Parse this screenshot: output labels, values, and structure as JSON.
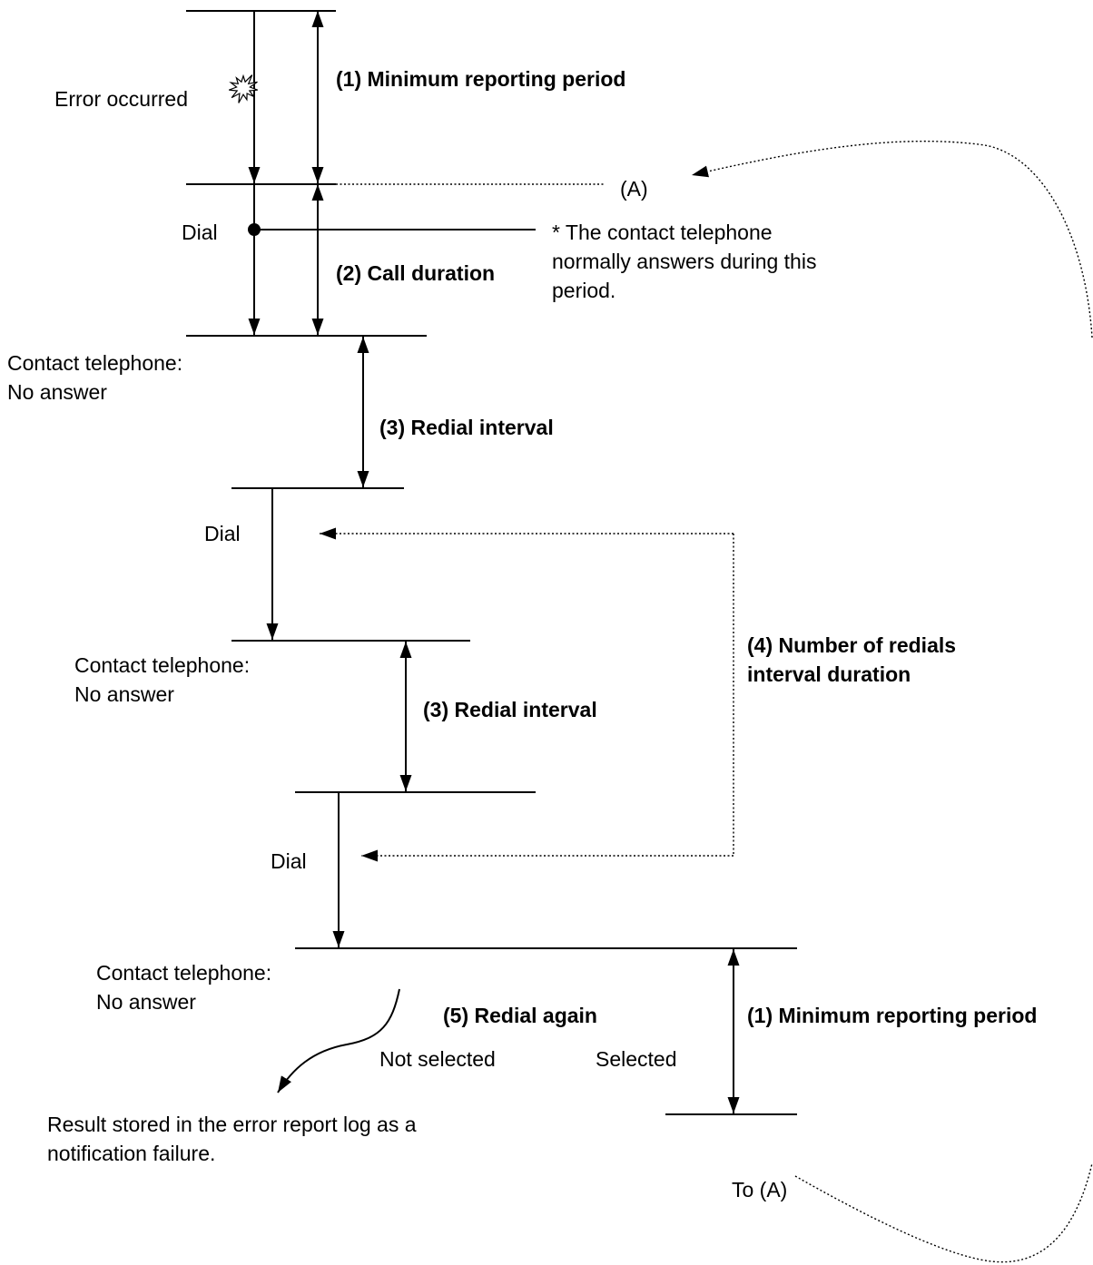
{
  "colors": {
    "line": "#000000",
    "background": "#ffffff"
  },
  "diagram": {
    "top": {
      "event": "Error occurred",
      "period_label": "(1) Minimum reporting period",
      "marker": "(A)"
    },
    "first_call": {
      "dial": "Dial",
      "note": [
        "* The contact telephone",
        "normally answers during this",
        "period."
      ],
      "duration_label": "(2) Call duration",
      "result": [
        "Contact telephone:",
        "No answer"
      ]
    },
    "redial_1": {
      "interval_label": "(3) Redial interval",
      "dial": "Dial",
      "result": [
        "Contact telephone:",
        "No answer"
      ]
    },
    "redial_2": {
      "interval_label": "(3) Redial interval",
      "dial": "Dial",
      "result": [
        "Contact telephone:",
        "No answer"
      ]
    },
    "redial_count_label": [
      "(4) Number of redials",
      "interval duration"
    ],
    "final": {
      "redial_again_label": "(5) Redial again",
      "period_label": "(1) Minimum reporting period",
      "not_selected": "Not selected",
      "selected": "Selected",
      "failure_note": [
        "Result stored in the error report log as a",
        "notification failure."
      ],
      "return_marker": "To (A)"
    }
  }
}
